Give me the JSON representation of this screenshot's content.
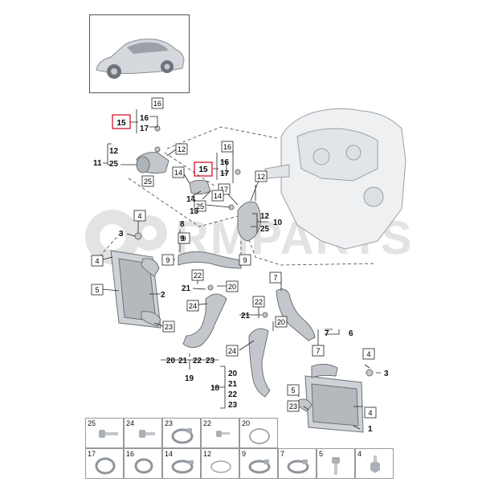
{
  "diagram": {
    "watermark": "RMPARTS",
    "highlight_color": "#d0021b",
    "line_color": "#222222",
    "part_color": "#bfc3c8",
    "callouts_boxed": [
      {
        "id": "b16a",
        "text": "16"
      },
      {
        "id": "b15a",
        "text": "15"
      },
      {
        "id": "b12a",
        "text": "12"
      },
      {
        "id": "b25a",
        "text": "25"
      },
      {
        "id": "b14a",
        "text": "14"
      },
      {
        "id": "b16b",
        "text": "16"
      },
      {
        "id": "b15b",
        "text": "15"
      },
      {
        "id": "b17a",
        "text": "17"
      },
      {
        "id": "b12b",
        "text": "12"
      },
      {
        "id": "b14b",
        "text": "14"
      },
      {
        "id": "b25b",
        "text": "25"
      },
      {
        "id": "b4a",
        "text": "4"
      },
      {
        "id": "b9a",
        "text": "9"
      },
      {
        "id": "b4b",
        "text": "4"
      },
      {
        "id": "b9b",
        "text": "9"
      },
      {
        "id": "b9c",
        "text": "9"
      },
      {
        "id": "b5a",
        "text": "5"
      },
      {
        "id": "b22a",
        "text": "22"
      },
      {
        "id": "b20a",
        "text": "20"
      },
      {
        "id": "b24a",
        "text": "24"
      },
      {
        "id": "b23a",
        "text": "23"
      },
      {
        "id": "b7a",
        "text": "7"
      },
      {
        "id": "b22b",
        "text": "22"
      },
      {
        "id": "b20b",
        "text": "20"
      },
      {
        "id": "b7b",
        "text": "7"
      },
      {
        "id": "b24b",
        "text": "24"
      },
      {
        "id": "b4c",
        "text": "4"
      },
      {
        "id": "b5b",
        "text": "5"
      },
      {
        "id": "b23b",
        "text": "23"
      },
      {
        "id": "b4d",
        "text": "4"
      }
    ],
    "labels_plain": [
      {
        "id": "t16a",
        "text": "16"
      },
      {
        "id": "t17a",
        "text": "17"
      },
      {
        "id": "t12a",
        "text": "12"
      },
      {
        "id": "t11",
        "text": "11"
      },
      {
        "id": "t25a",
        "text": "25"
      },
      {
        "id": "t16b",
        "text": "16"
      },
      {
        "id": "t17b",
        "text": "17"
      },
      {
        "id": "t14a",
        "text": "14"
      },
      {
        "id": "t13",
        "text": "13"
      },
      {
        "id": "t10",
        "text": "10"
      },
      {
        "id": "t12b",
        "text": "12"
      },
      {
        "id": "t25b",
        "text": "25"
      },
      {
        "id": "t8",
        "text": "8"
      },
      {
        "id": "t9",
        "text": "9"
      },
      {
        "id": "t3a",
        "text": "3"
      },
      {
        "id": "t2",
        "text": "2"
      },
      {
        "id": "t21a",
        "text": "21"
      },
      {
        "id": "t21b",
        "text": "21"
      },
      {
        "id": "t7",
        "text": "7"
      },
      {
        "id": "t6",
        "text": "6"
      },
      {
        "id": "t20",
        "text": "20"
      },
      {
        "id": "t21c",
        "text": "21"
      },
      {
        "id": "t22",
        "text": "22"
      },
      {
        "id": "t23",
        "text": "23"
      },
      {
        "id": "t19",
        "text": "19"
      },
      {
        "id": "t3b",
        "text": "3"
      },
      {
        "id": "t20b",
        "text": "20"
      },
      {
        "id": "t21d",
        "text": "21"
      },
      {
        "id": "t18",
        "text": "18"
      },
      {
        "id": "t22b",
        "text": "22"
      },
      {
        "id": "t23b",
        "text": "23"
      },
      {
        "id": "t1",
        "text": "1"
      }
    ]
  },
  "legend": {
    "cells": [
      "25",
      "24",
      "23",
      "22",
      "20",
      "17",
      "16",
      "14",
      "12",
      "9",
      "7",
      "5",
      "4"
    ]
  }
}
